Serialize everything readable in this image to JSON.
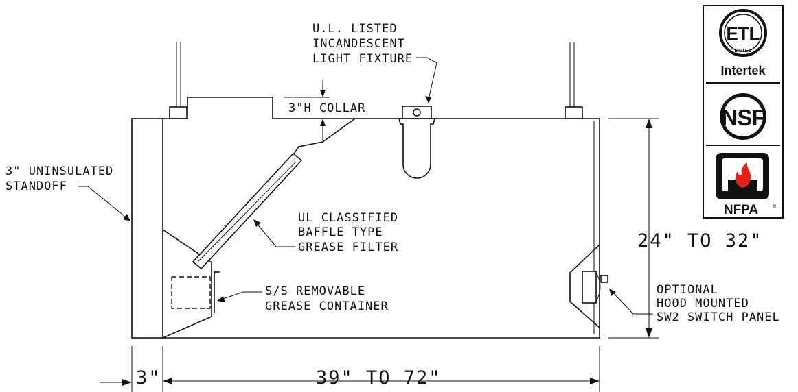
{
  "labels": {
    "light_fixture": [
      "U.L. LISTED",
      "INCANDESCENT",
      "LIGHT FIXTURE"
    ],
    "collar": "3\"H COLLAR",
    "standoff": [
      "3\" UNINSULATED",
      "STANDOFF"
    ],
    "filter": [
      "UL CLASSIFIED",
      "BAFFLE TYPE",
      "GREASE FILTER"
    ],
    "grease_container": [
      "S/S REMOVABLE",
      "GREASE CONTAINER"
    ],
    "switch_panel": [
      "OPTIONAL",
      "HOOD MOUNTED",
      "SW2 SWITCH PANEL"
    ]
  },
  "dimensions": {
    "height": "24\" TO 32\"",
    "standoff_width": "3\"",
    "length": "39\" TO 72\""
  },
  "logos": {
    "etl_mark": "ETL",
    "etl_sub": "LISTED",
    "intertek": "Intertek",
    "nsf": "NSF",
    "nfpa": "NFPA"
  },
  "colors": {
    "line": "#111111",
    "flame": "#e62117"
  }
}
